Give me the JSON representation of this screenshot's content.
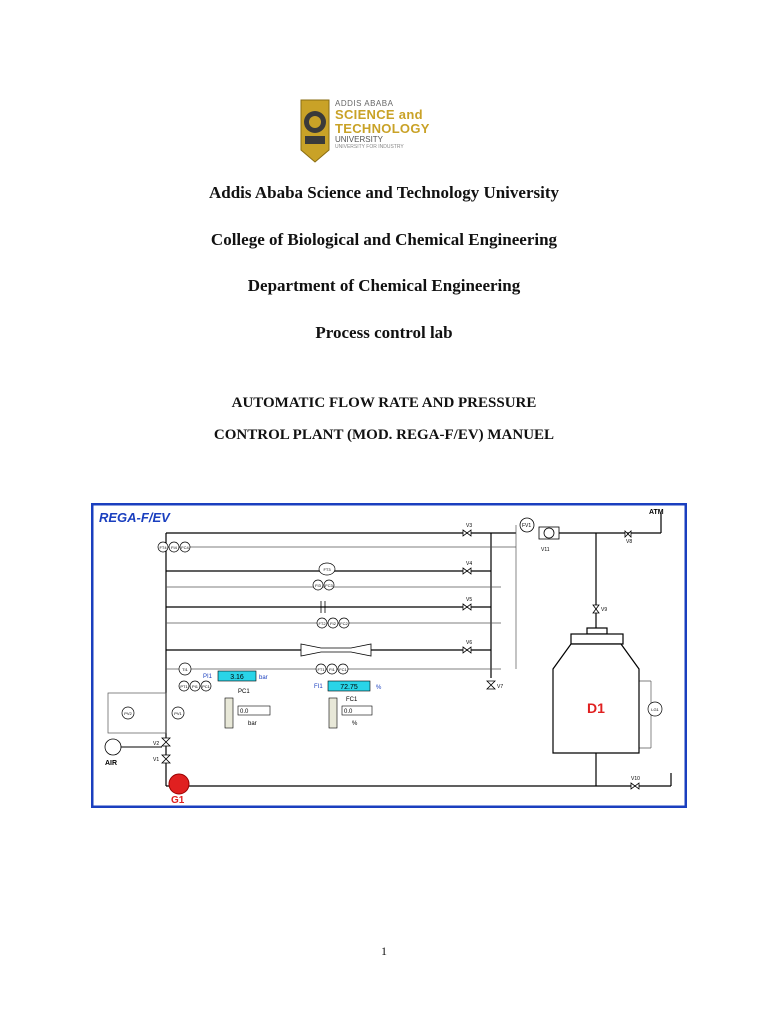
{
  "logo": {
    "line1": "ADDIS ABABA",
    "line2": "SCIENCE and",
    "line3": "TECHNOLOGY",
    "line4": "UNIVERSITY",
    "line5": "UNIVERSITY FOR INDUSTRY"
  },
  "header": {
    "university": "Addis Ababa Science and Technology University",
    "college": "College of Biological and Chemical Engineering",
    "department": "Department of Chemical Engineering",
    "course": "Process control lab"
  },
  "manual_title": {
    "line1": "AUTOMATIC FLOW RATE AND PRESSURE",
    "line2": "CONTROL PLANT (MOD. REGA-F/EV) MANUEL"
  },
  "diagram": {
    "title": "REGA-F/EV",
    "atm": "ATM",
    "air": "AIR",
    "pump": "G1",
    "tank": "D1",
    "level_gauge": "LG1",
    "valves": [
      "V3",
      "V4",
      "V5",
      "V6",
      "V7",
      "V8",
      "V9",
      "V10",
      "V11",
      "V1",
      "V2"
    ],
    "instruments": {
      "row1": [
        "FT4",
        "FI4",
        "FC4"
      ],
      "ft3": "FT3",
      "row2": [
        "FI3",
        "FC3"
      ],
      "row3": [
        "FT2",
        "FI2",
        "FC2"
      ],
      "row4": [
        "FT1",
        "FI1",
        "FC1"
      ],
      "ti1": "TI1",
      "pressure": [
        "PT1",
        "PI1",
        "PC1"
      ],
      "fv1": "FV1",
      "pv1": "PV1",
      "pv2": "PV2"
    },
    "pi1": {
      "label": "PI1",
      "value": "3.16",
      "unit": "bar"
    },
    "fi1": {
      "label": "FI1",
      "value": "72.75",
      "unit": "%"
    },
    "pc1": {
      "label": "PC1",
      "value": "0.0",
      "unit": "bar"
    },
    "fc1": {
      "label": "FC1",
      "value": "0.0",
      "unit": "%"
    },
    "colors": {
      "frame": "#1a3fbf",
      "display": "#29d4e8",
      "title": "#1a3fbf",
      "pump": "#e02020",
      "tank_label": "#e02020"
    }
  },
  "page_number": "1"
}
